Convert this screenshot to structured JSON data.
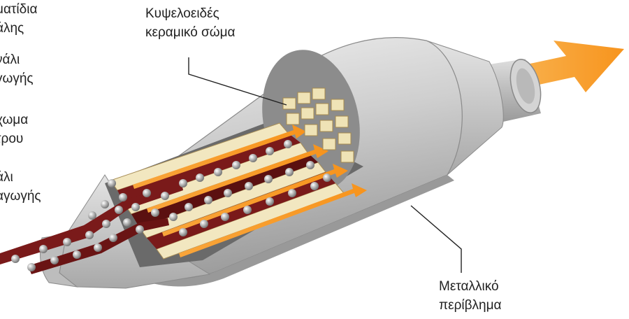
{
  "labels": {
    "left": [
      {
        "line1": "ματίδια",
        "line2": "άλης"
      },
      {
        "line1": "νάλι",
        "line2": "γωγής"
      },
      {
        "line1": "χωμα",
        "line2": "τρου"
      },
      {
        "line1": "άλι",
        "line2": "αγωγής"
      }
    ],
    "ceramic_body": {
      "line1": "Κυψελοειδές",
      "line2": "κεραμικό σώμα"
    },
    "metal_housing": {
      "line1": "Μεταλλικό",
      "line2": "περίβλημα"
    }
  },
  "colors": {
    "housing": "#c8c8c8",
    "housing_dark": "#8f8f8f",
    "exhaust_flow": "#7a1a1a",
    "clean_flow": "#f7941d",
    "ceramic": "#f2e7c0",
    "soot": "#9a9a9a"
  }
}
